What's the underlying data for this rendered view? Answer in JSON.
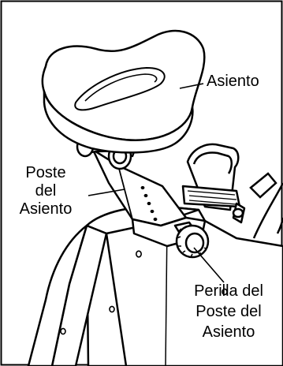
{
  "colors": {
    "ink": "#000000",
    "paper": "#ffffff",
    "shade": "#2b2b2b"
  },
  "labels": {
    "seat": "Asiento",
    "seat_post": [
      "Poste",
      "del",
      "Asiento"
    ],
    "seat_post_knob": [
      "Perilla del",
      "Poste del",
      "Asiento"
    ]
  }
}
